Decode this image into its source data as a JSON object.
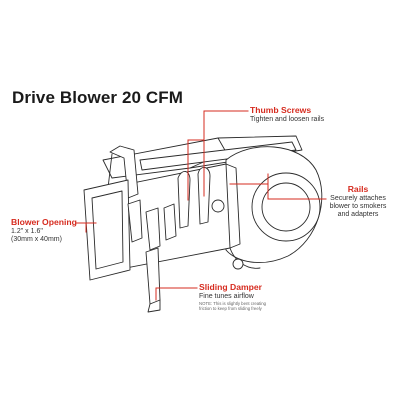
{
  "title": "Drive Blower 20 CFM",
  "accent_color": "#d62b1f",
  "callouts": {
    "thumb_screws": {
      "heading": "Thumb Screws",
      "desc": "Tighten and loosen rails"
    },
    "rails": {
      "heading": "Rails",
      "desc_lines": [
        "Securely attaches",
        "blower to smokers",
        "and adapters"
      ]
    },
    "blower_opening": {
      "heading": "Blower Opening",
      "desc_lines": [
        "1.2\" x 1.6\"",
        "(30mm x 40mm)"
      ]
    },
    "sliding_damper": {
      "heading": "Sliding Damper",
      "desc": "Fine tunes airflow",
      "note_lines": [
        "NOTE: This is slightly bent creating",
        "friction to keep from sliding freely"
      ]
    }
  }
}
